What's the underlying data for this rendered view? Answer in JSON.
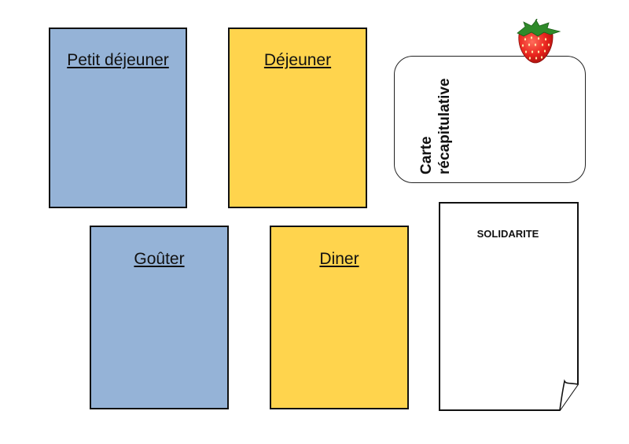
{
  "cards": {
    "petit_dejeuner": {
      "title": "Petit déjeuner",
      "color": "#95B3D7"
    },
    "dejeuner": {
      "title": "Déjeuner",
      "color": "#FFD44D"
    },
    "gouter": {
      "title": "Goûter",
      "color": "#95B3D7"
    },
    "diner": {
      "title": "Diner",
      "color": "#FFD44D"
    }
  },
  "recap": {
    "line1": "Carte",
    "line2": "récapitulative"
  },
  "solidarite": {
    "label": "SOLIDARITE"
  },
  "strawberry_icon": "strawberry-icon"
}
